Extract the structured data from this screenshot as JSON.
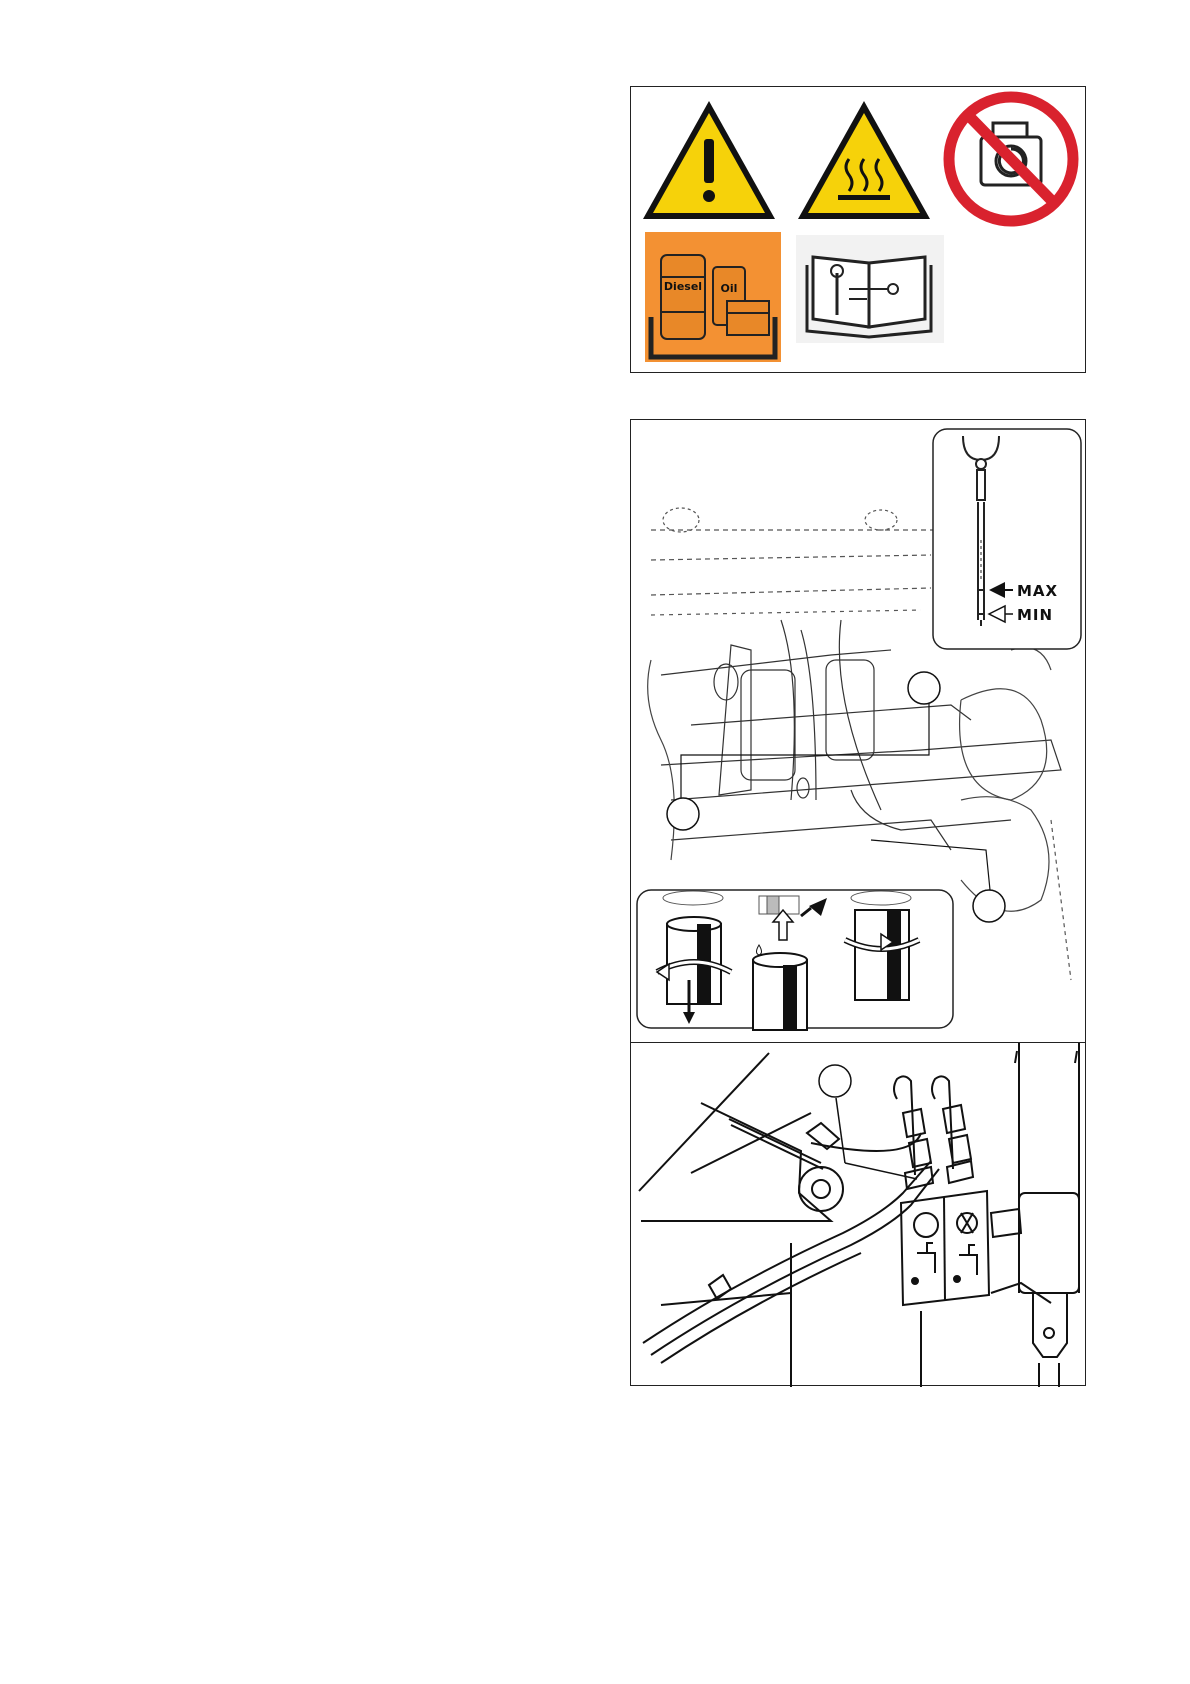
{
  "icons_panel": {
    "icons": [
      "warning-exclamation-icon",
      "hot-surface-warning-icon",
      "no-engine-running-icon",
      "environmental-disposal-icon",
      "consult-manual-icon"
    ],
    "drum_label": "Diesel",
    "can_label": "Oil"
  },
  "engine_panel": {
    "dipstick": {
      "max_label": "MAX",
      "min_label": "MIN"
    }
  },
  "colors": {
    "warning_yellow": "#f6d20a",
    "prohibition_red": "#d9222e",
    "disposal_orange": "#f39133",
    "line": "#111111"
  }
}
